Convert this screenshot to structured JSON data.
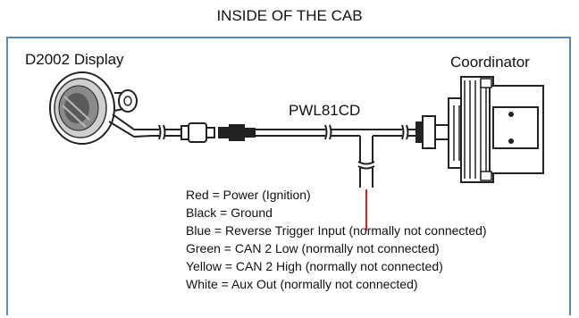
{
  "title": "INSIDE OF THE CAB",
  "labels": {
    "display": "D2002 Display",
    "coordinator": "Coordinator",
    "cable": "PWL81CD"
  },
  "legend": [
    "Red = Power (Ignition)",
    "Black = Ground",
    "Blue = Reverse Trigger Input (normally not connected)",
    "Green = CAN 2 Low (normally not connected)",
    "Yellow = CAN 2 High (normally not connected)",
    "White = Aux Out (normally not connected)"
  ],
  "colors": {
    "frame": "#5b87b5",
    "power_wire": "#e11d2a",
    "line": "#222222"
  }
}
